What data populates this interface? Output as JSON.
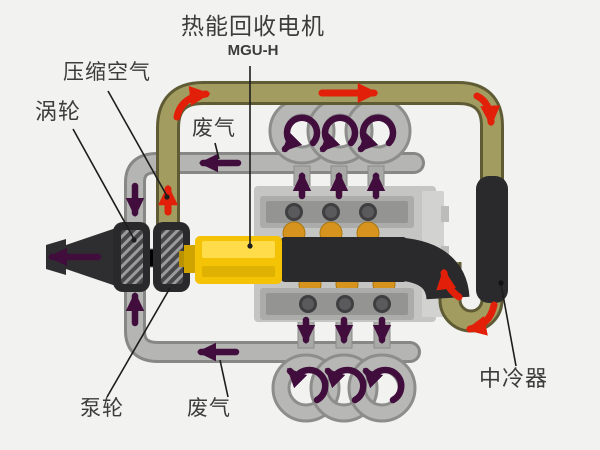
{
  "diagram": {
    "title": "热能回收电机",
    "subtitle": "MGU-H",
    "labels": {
      "compressed_air": "压缩空气",
      "turbine": "涡轮",
      "exhaust_top": "废气",
      "pump_wheel": "泵轮",
      "exhaust_bottom": "废气",
      "intercooler": "中冷器"
    },
    "colors": {
      "background": "#f2f2f0",
      "compressed_air_pipe": "#a29c60",
      "compressed_air_pipe_edge": "#5f5b34",
      "exhaust_pipe": "#b5b5b3",
      "exhaust_pipe_edge": "#878785",
      "exhaust_flow_arrow": "#400d3d",
      "air_flow_arrow": "#e2200a",
      "mgu_h_body": "#f5c305",
      "dark_components": "#2a2a2c",
      "engine_body": "#c5c5c3",
      "intake_port": "#d6941f",
      "label_text": "#3c3c3c"
    }
  }
}
